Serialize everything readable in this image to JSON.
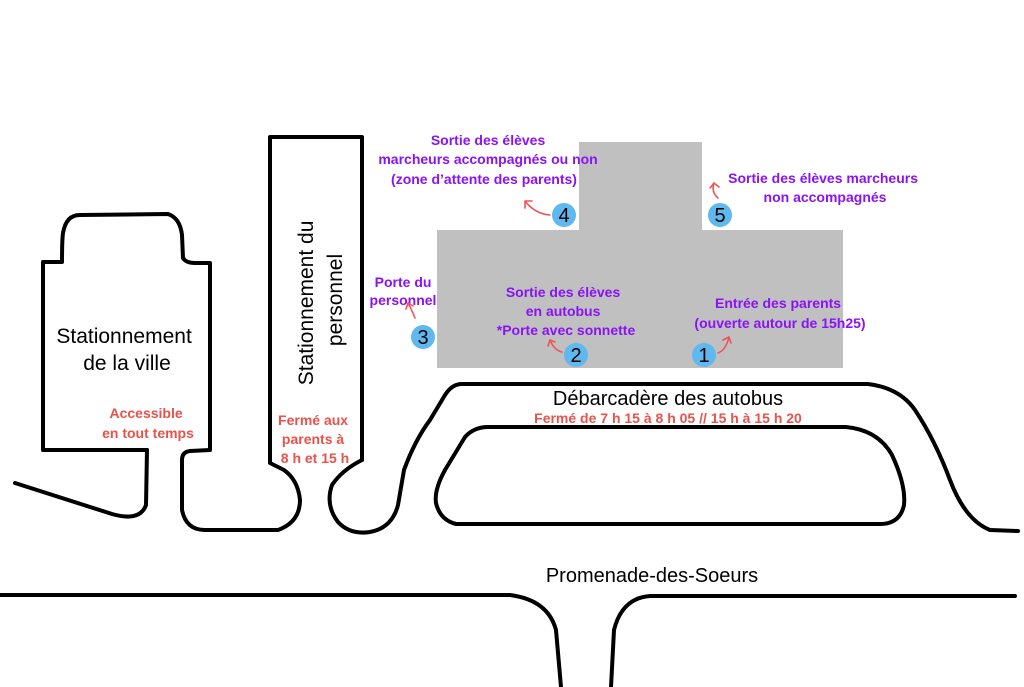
{
  "colors": {
    "building": "#c0c0c0",
    "marker": "#5fb8ee",
    "label_purple": "#8b12f5",
    "label_red": "#e8524a"
  },
  "parking_city": {
    "title": [
      "Stationnement",
      "de la ville"
    ],
    "note": [
      "Accessible",
      "en tout temps"
    ]
  },
  "parking_staff": {
    "title": [
      "Stationnement du",
      "personnel"
    ],
    "note": [
      "Fermé aux",
      "parents à",
      "8 h et 15 h"
    ]
  },
  "bus_loop": {
    "title": "Débarcadère des autobus",
    "note": "Fermé de 7 h 15 à 8 h 05 // 15 h à 15 h 20"
  },
  "street": {
    "name": "Promenade-des-Soeurs"
  },
  "doors": [
    {
      "number": "1",
      "label": [
        "Entrée des parents",
        "(ouverte autour de 15h25)"
      ]
    },
    {
      "number": "2",
      "label": [
        "Sortie des élèves",
        "en autobus",
        "*Porte avec sonnette"
      ]
    },
    {
      "number": "3",
      "label": [
        "Porte du",
        "personnel"
      ]
    },
    {
      "number": "4",
      "label": [
        "Sortie des élèves",
        "marcheurs accompagnés ou non",
        "(zone d’attente des parents)"
      ]
    },
    {
      "number": "5",
      "label": [
        "Sortie des élèves marcheurs",
        "non accompagnés"
      ]
    }
  ]
}
